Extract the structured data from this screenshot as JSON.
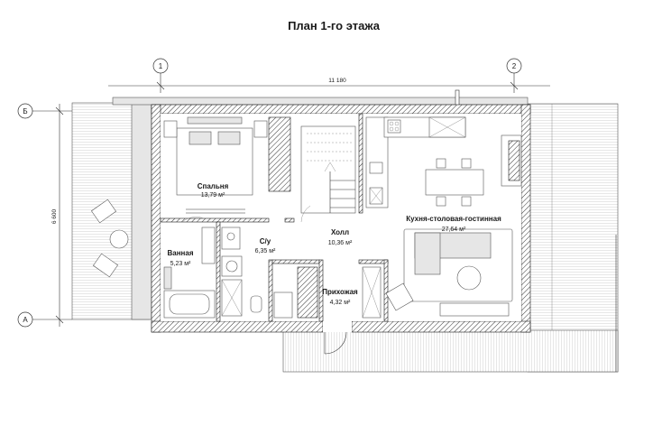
{
  "title": "План 1-го этажа",
  "axes": {
    "col_1": "1",
    "col_2": "2",
    "row_b": "Б",
    "row_a": "А"
  },
  "dimensions": {
    "width": "11 180",
    "height": "6 600"
  },
  "rooms": {
    "bedroom": {
      "name": "Спальня",
      "area": "13,79 м²"
    },
    "bathroom": {
      "name": "Ванная",
      "area": "5,23 м²"
    },
    "wc": {
      "name": "С/у",
      "area": "6,35 м²"
    },
    "hall": {
      "name": "Холл",
      "area": "10,36 м²"
    },
    "kitchen": {
      "name": "Кухня-столовая-гостинная",
      "area": "27,64 м²"
    },
    "entrance": {
      "name": "Прихожая",
      "area": "4,32 м²"
    }
  },
  "colors": {
    "wall_hatch": "#1a1a1a",
    "deck": "#cfcfcf",
    "background": "#ffffff"
  }
}
